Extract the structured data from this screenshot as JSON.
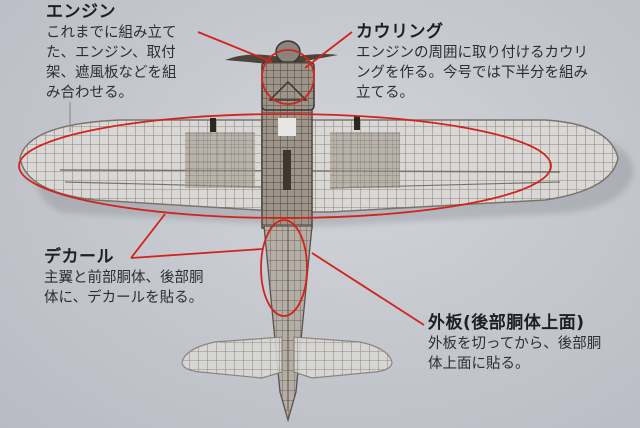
{
  "annotations": {
    "engine": {
      "title": "エンジン",
      "body_lines": [
        "これまでに組み立て",
        "た、エンジン、取付",
        "架、遮風板などを組",
        "み合わせる。"
      ]
    },
    "cowling": {
      "title": "カウリング",
      "body_lines": [
        "エンジンの周囲に取り付けるカウリ",
        "ングを作る。今号では下半分を組み",
        "立てる。"
      ]
    },
    "decal": {
      "title": "デカール",
      "body_lines": [
        "主翼と前部胴体、後部胴",
        "体に、デカールを貼る。"
      ]
    },
    "outer_skin": {
      "title": "外板(後部胴体上面)",
      "body_lines": [
        "外板を切ってから、後部胴",
        "体上面に貼る。"
      ]
    }
  },
  "colors": {
    "background": "#c4c6cc",
    "highlight_red": "#d0241c",
    "frame_metal": "#8a8278",
    "text": "#2a2a2c"
  },
  "image_subject": "aircraft-model-frame-top-view"
}
